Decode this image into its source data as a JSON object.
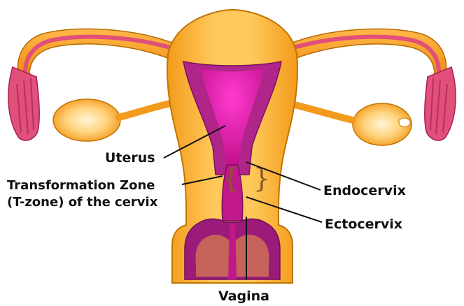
{
  "labels": {
    "uterus": "Uterus",
    "transformation_zone_line1": "Transformation Zone",
    "transformation_zone_line2": "(T-zone) of the cervix",
    "endocervix": "Endocervix",
    "ectocervix": "Ectocervix",
    "vagina": "Vagina"
  },
  "colors": {
    "tissue_orange": "#f5a623",
    "tissue_light": "#ffd27a",
    "ovary_glow": "#fff2c4",
    "tube_pink": "#e0507a",
    "cavity_magenta": "#d81aa0",
    "lining_purple": "#9b1a6e",
    "outline": "#8a4a00"
  }
}
